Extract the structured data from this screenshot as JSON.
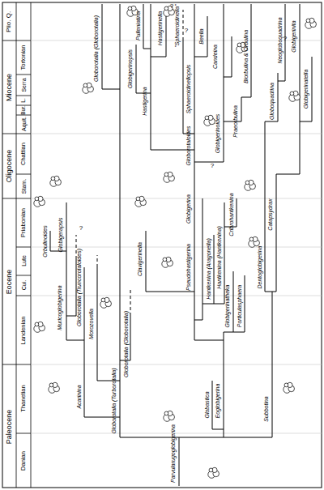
{
  "diagram": {
    "labels": [
      "Paleocene",
      "Eocene",
      "Oligocene",
      "Miocene",
      "Plio. Q.",
      "Danian",
      "Thanetian",
      "Landenian",
      "Cui.",
      "Lute",
      "Priabonian",
      "Stam.",
      "Chattian",
      "Aquit.",
      "Bur.",
      "L.",
      "Serra",
      "Tortonian",
      "Parvularugoglobigerina",
      "Eoglobigerina",
      "Globastica",
      "Subbotina",
      "Globorotalia (Turborotalia)",
      "Acarinina",
      "Morozovella",
      "Globorotalia (Globorotalia)",
      "Muricoglobigerina",
      "Globorotalia (Truncorotaloides)",
      "Orbulinoides",
      "Globigerapsis",
      "Clavigerinella",
      "Pseudohastigerina",
      "Hantkenina (Aragonella)",
      "Hantkenina (Hantkenina)",
      "Cribrohantkenina",
      "Globigerinatheka",
      "Porticulasphaera",
      "Dentoglobigerina",
      "Catapsydrax",
      "Globigerina",
      "Globorotaloides",
      "Hastigerina",
      "Globigerinopsis",
      "Globorotalia (Globorotalia)",
      "Pulleniatina",
      "Hastigerinella",
      "\"Sphaeroidinella\"",
      "Sphaeroidinellopsis",
      "Beella",
      "Candeina",
      "Globigerinoides",
      "Praeorbulina",
      "Biorbulina & Orbulina",
      "Globoquadrina",
      "Neogloboquadrina",
      "Globigerinita",
      "Globigerinatella",
      "?",
      "?",
      "?",
      "?",
      "?"
    ]
  }
}
